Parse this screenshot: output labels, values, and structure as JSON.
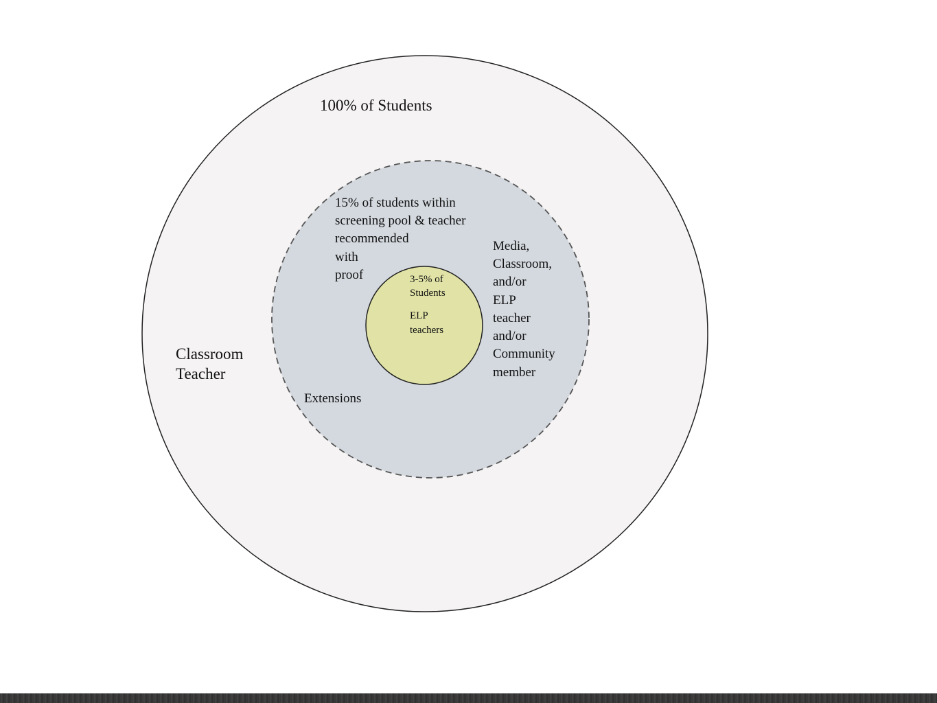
{
  "diagram": {
    "outer_ring": {
      "title": "100% of Students",
      "role": "Classroom\nTeacher",
      "fill": "#f5f3f3"
    },
    "middle_ring": {
      "title": "15% of students within\nscreening pool & teacher\nrecommended\nwith\nproof",
      "role": "Media,\nClassroom,\nand/or\nELP\nteacher\nand/or\nCommunity\nmember",
      "extra": "Extensions",
      "fill": "#d4d9df"
    },
    "inner_circle": {
      "title": "3-5% of\nStudents",
      "role": "ELP\nteachers",
      "fill": "#e1e3a6"
    }
  }
}
